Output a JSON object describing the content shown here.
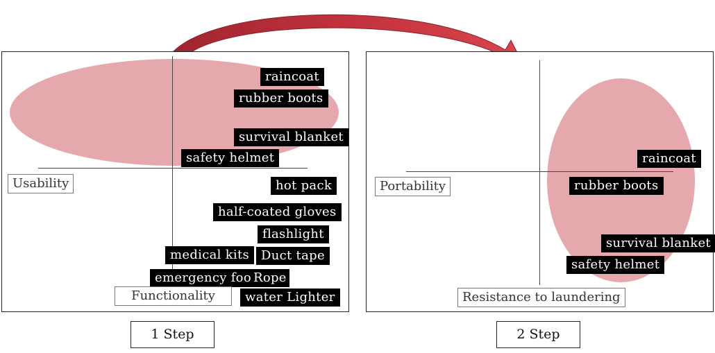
{
  "colors": {
    "highlight": "#e5a8ad",
    "arrow": "#c1323c",
    "tag_bg": "#000000"
  },
  "step1": {
    "label": "1 Step",
    "x_axis": "Functionality",
    "y_axis": "Usability",
    "items": [
      "raincoat",
      "rubber boots",
      "survival blanket",
      "safety helmet",
      "hot pack",
      "half-coated gloves",
      "flashlight",
      "medical kits",
      "Duct tape",
      "emergency foo",
      "Rope",
      "water Lighter"
    ]
  },
  "step2": {
    "label": "2 Step",
    "x_axis": "Resistance to laundering",
    "y_axis": "Portability",
    "items": [
      "raincoat",
      "rubber boots",
      "survival blanket",
      "safety helmet"
    ]
  }
}
